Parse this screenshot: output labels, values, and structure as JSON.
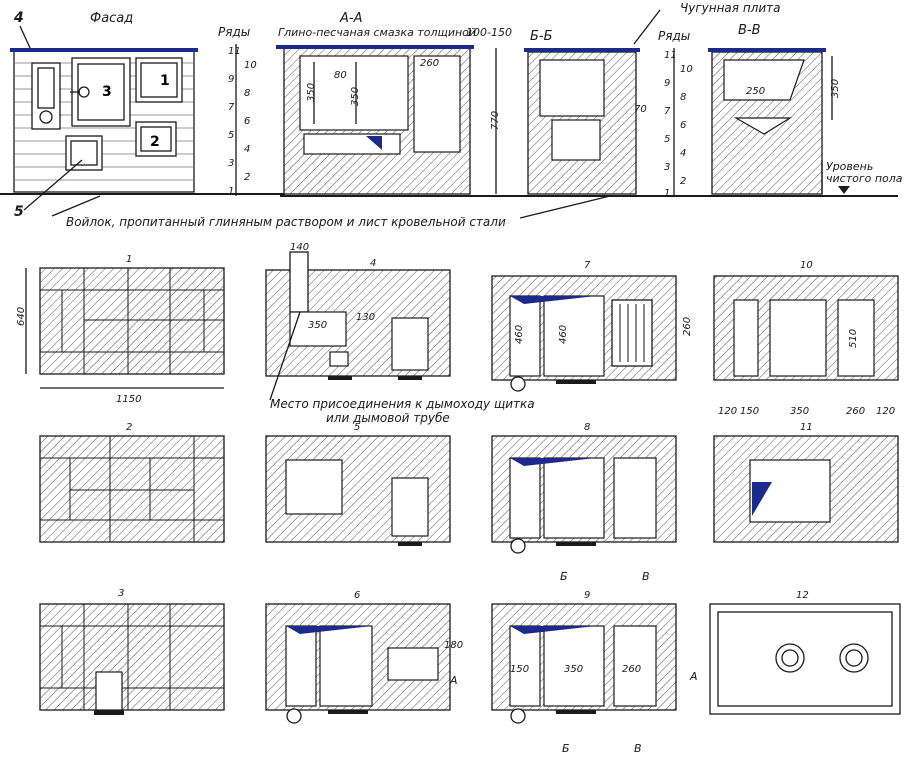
{
  "top": {
    "facade_title": "Фасад",
    "callout_4": "4",
    "callout_5": "5",
    "door_1": "1",
    "door_2": "2",
    "door_3": "3",
    "rows_label_left": "Ряды",
    "rows_label_right": "Ряды",
    "rows_left": [
      "11",
      "10",
      "9",
      "8",
      "7",
      "6",
      "5",
      "4",
      "3",
      "2",
      "1"
    ],
    "rows_right": [
      "11",
      "10",
      "9",
      "8",
      "7",
      "6",
      "5",
      "4",
      "3",
      "2",
      "1"
    ],
    "section_aa": "А-А",
    "section_bb": "Б-Б",
    "section_vv": "В-В",
    "note_clay": "Глино-песчаная смазка толщиной",
    "note_clay_dim": "100-150",
    "note_plate": "Чугунная  плита",
    "note_felt": "Войлок, пропитанный   глиняным раствором и  лист кровельной стали",
    "floor_label_1": "Уровень",
    "floor_label_2": "чистого пола",
    "dim_aa_350a": "350",
    "dim_aa_80": "80",
    "dim_aa_350b": "350",
    "dim_aa_260": "260",
    "dim_770": "770",
    "dim_bb_70": "70",
    "dim_vv_250": "250",
    "dim_vv_350": "350"
  },
  "courses": {
    "c1": "1",
    "c2": "2",
    "c3": "3",
    "c4": "4",
    "c5": "5",
    "c6": "6",
    "c7": "7",
    "c8": "8",
    "c9": "9",
    "c10": "10",
    "c11": "11",
    "c12": "12"
  },
  "dims": {
    "d640": "640",
    "d1150": "1150",
    "d140": "140",
    "d350_c4": "350",
    "d130": "130",
    "d460a": "460",
    "d460b": "460",
    "d260_c7": "260",
    "d510": "510",
    "bottom_120a": "120",
    "bottom_150": "150",
    "bottom_350": "350",
    "bottom_260": "260",
    "bottom_120b": "120",
    "d180": "180",
    "d150_c9": "150",
    "d350_c9": "350",
    "d260_c9": "260",
    "cut_b_top": "Б",
    "cut_v_top": "В",
    "cut_b_bot": "Б",
    "cut_v_bot": "В",
    "cut_a_left_c6": "А",
    "cut_a_right_c9": "А"
  },
  "notes": {
    "chimney_1": "Место присоединения к дымоходу щитка",
    "chimney_2": "или  дымовой трубе"
  },
  "colors": {
    "steel": "#1c2a8c",
    "ink": "#1a1a1a"
  }
}
